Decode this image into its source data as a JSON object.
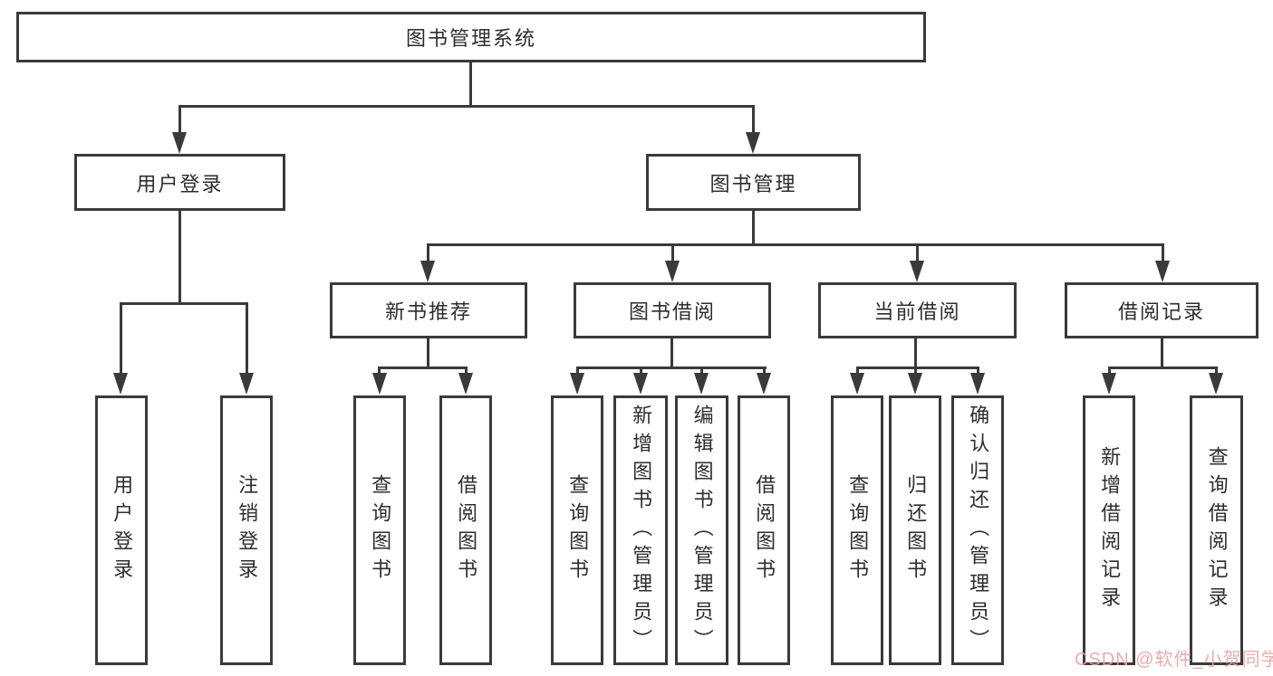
{
  "colors": {
    "background": "#ffffff",
    "line": "#3a3a3a",
    "text": "#2d2d2d",
    "box_background": "#ffffff",
    "watermark": "#e8a4a4"
  },
  "tree": {
    "root": {
      "label": "图书管理系统"
    },
    "branches": [
      {
        "label": "用户登录",
        "children": [
          {
            "label": "用户登录"
          },
          {
            "label": "注销登录"
          }
        ]
      },
      {
        "label": "图书管理",
        "children": [
          {
            "label": "新书推荐",
            "children": [
              {
                "label": "查询图书"
              },
              {
                "label": "借阅图书"
              }
            ]
          },
          {
            "label": "图书借阅",
            "children": [
              {
                "label": "查询图书"
              },
              {
                "label": "新增图书（管理员）"
              },
              {
                "label": "编辑图书（管理员）"
              },
              {
                "label": "借阅图书"
              }
            ]
          },
          {
            "label": "当前借阅",
            "children": [
              {
                "label": "查询图书"
              },
              {
                "label": "归还图书"
              },
              {
                "label": "确认归还（管理员）"
              }
            ]
          },
          {
            "label": "借阅记录",
            "children": [
              {
                "label": "新增借阅记录"
              },
              {
                "label": "查询借阅记录"
              }
            ]
          }
        ]
      }
    ]
  },
  "watermark": {
    "text": "CSDN @软件_小贺同学"
  }
}
